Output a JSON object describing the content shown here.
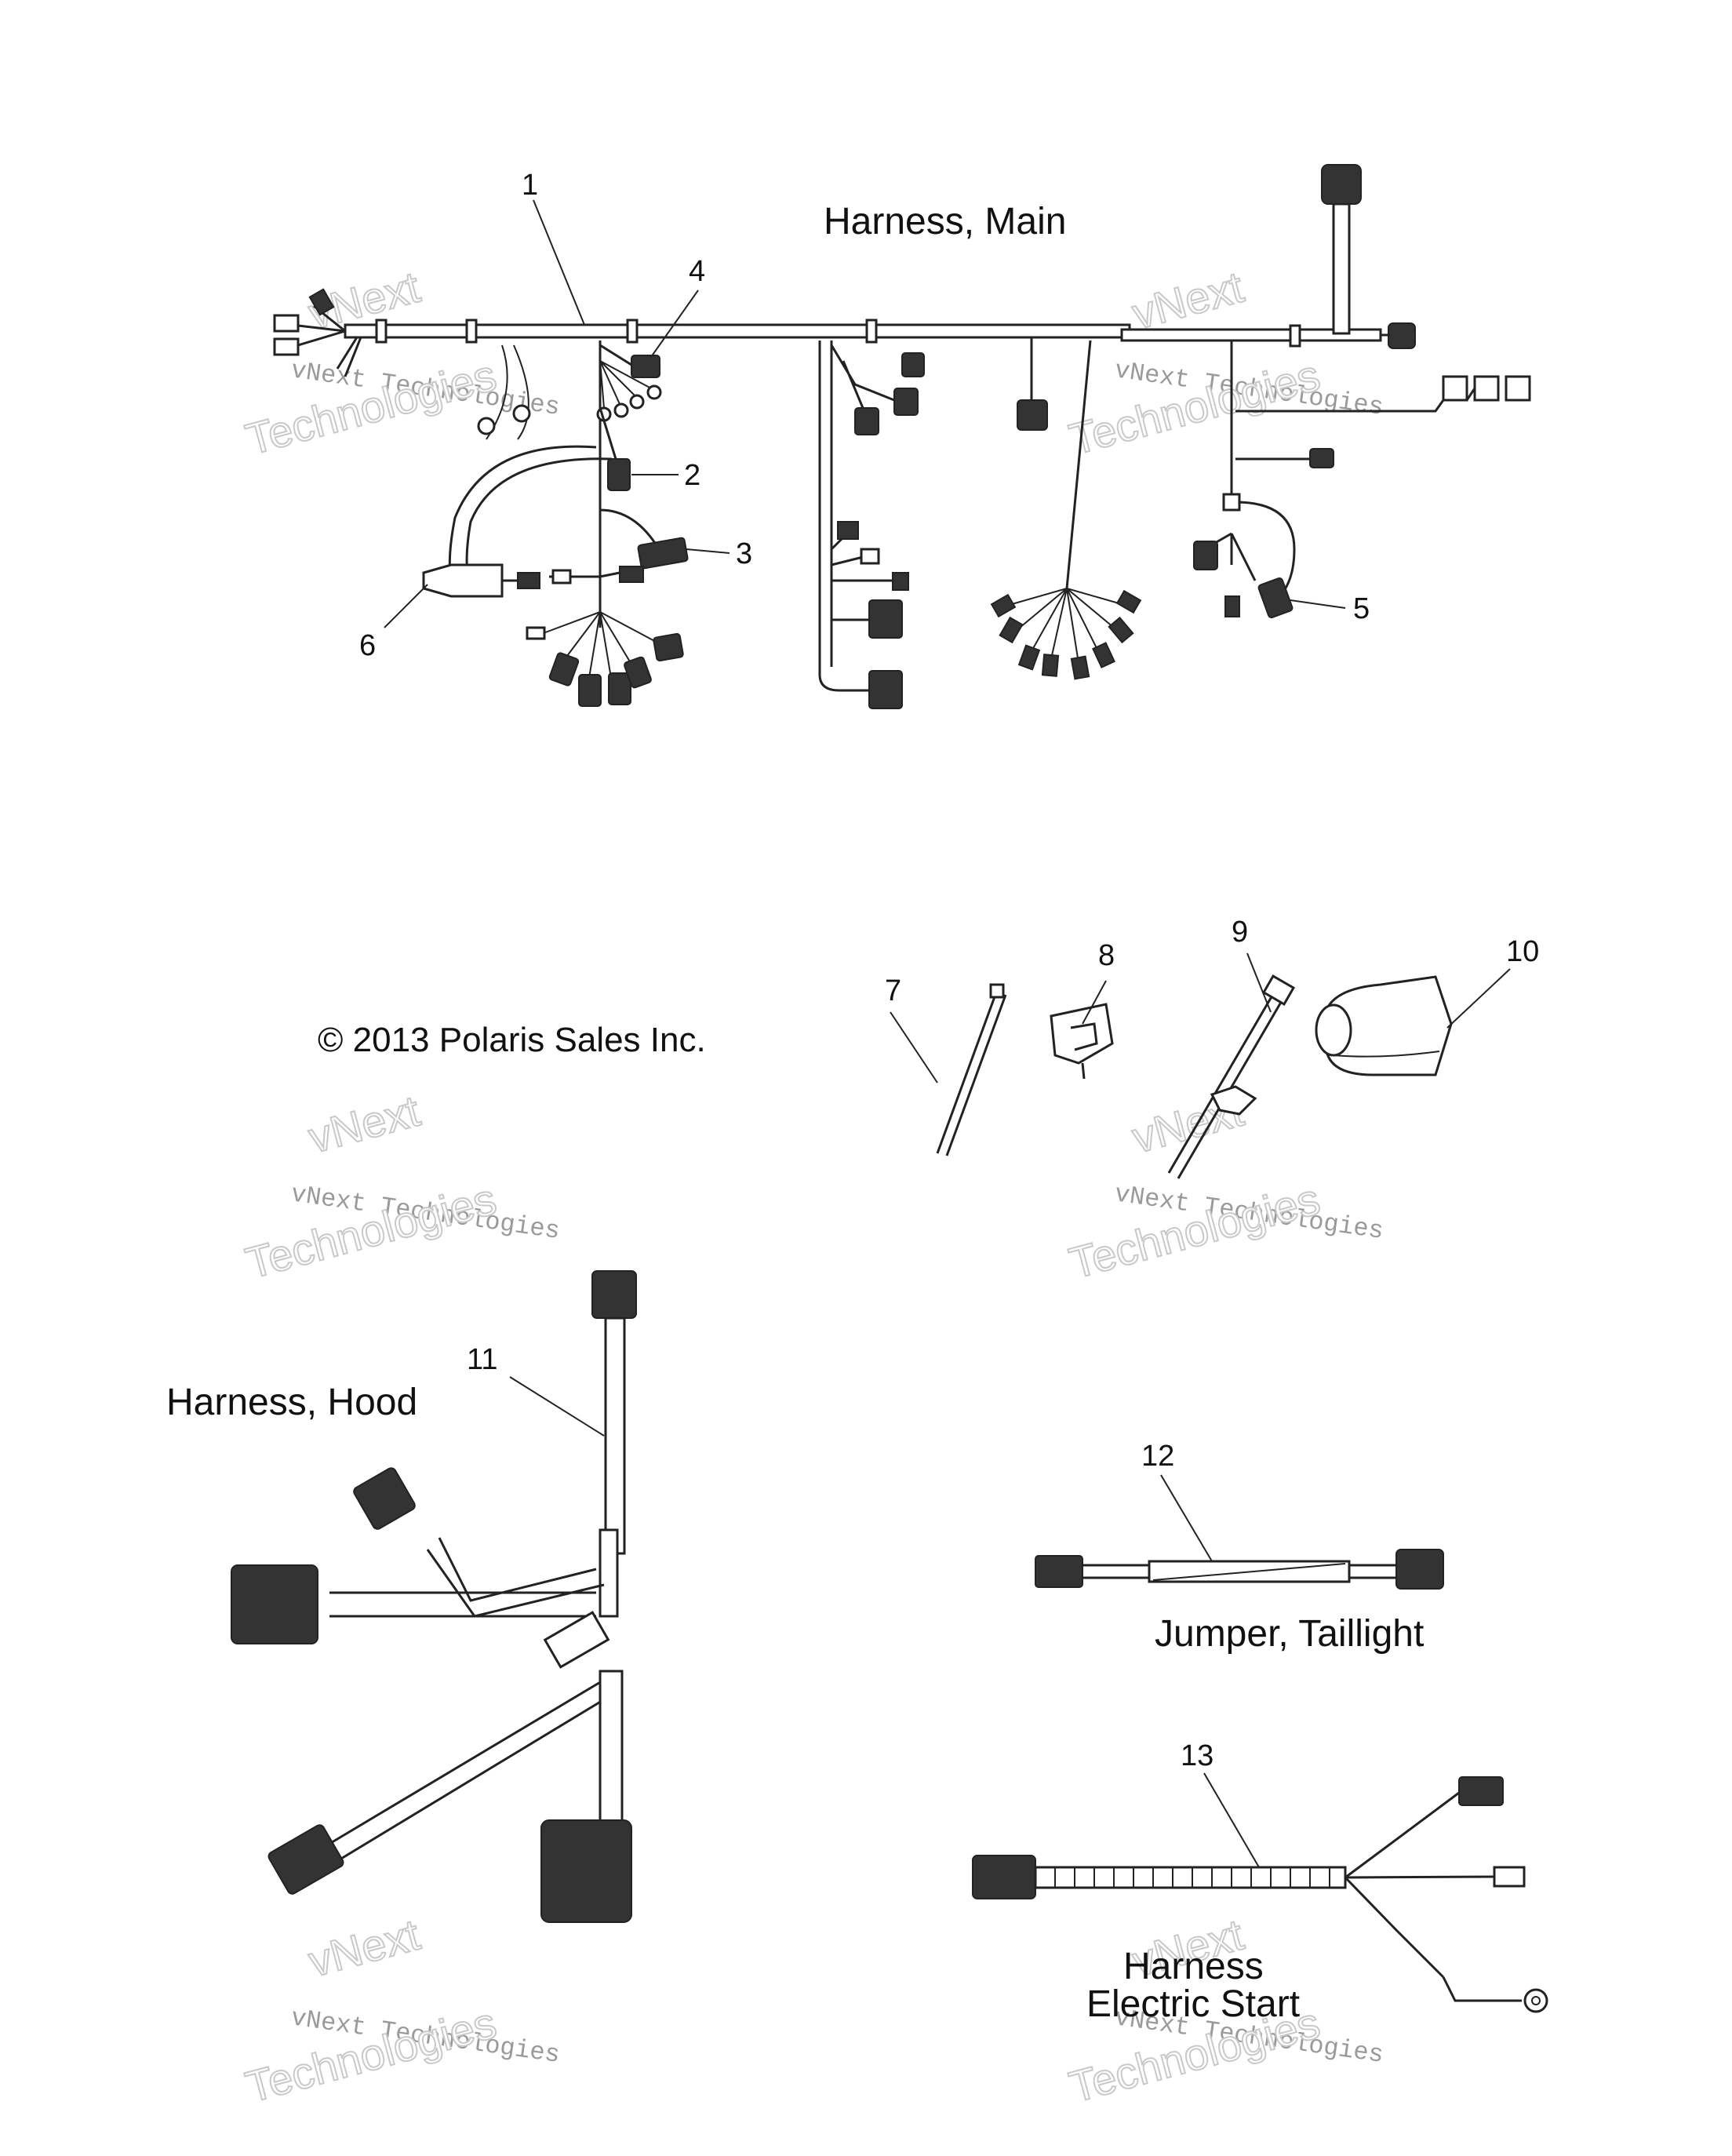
{
  "copyright": "© 2013 Polaris Sales Inc.",
  "titles": {
    "harness_main": "Harness, Main",
    "harness_hood": "Harness, Hood",
    "jumper_taillight": "Jumper, Taillight",
    "harness_electric_start_line1": "Harness",
    "harness_electric_start_line2": "Electric Start"
  },
  "callouts": [
    "1",
    "2",
    "3",
    "4",
    "5",
    "6",
    "7",
    "8",
    "9",
    "10",
    "11",
    "12",
    "13"
  ],
  "watermark": {
    "line_a": "vNext",
    "line_b": "vNext Technologies",
    "line_c": "Technologies"
  }
}
